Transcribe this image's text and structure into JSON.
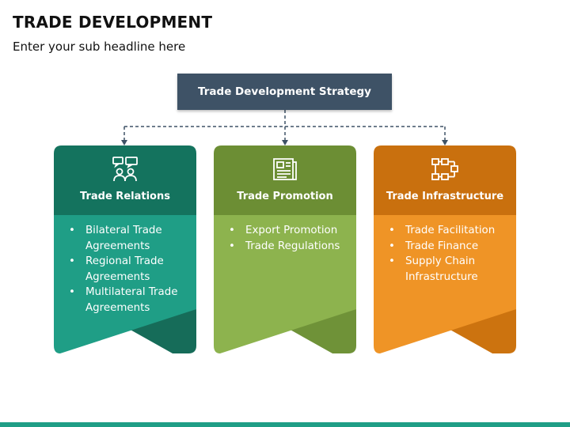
{
  "header": {
    "title": "TRADE DEVELOPMENT",
    "subtitle": "Enter your sub headline here"
  },
  "root": {
    "label": "Trade Development Strategy",
    "color": "#3e5266"
  },
  "connector_color": "#3e5266",
  "cards": [
    {
      "label": "Trade Relations",
      "icon": "meeting-people-icon",
      "head_color": "#14735e",
      "body_color": "#1f9e86",
      "fold_color": "#166c59",
      "items": [
        "Bilateral Trade Agreements",
        "Regional Trade Agreements",
        "Multilateral Trade Agreements"
      ]
    },
    {
      "label": "Trade Promotion",
      "icon": "document-icon",
      "head_color": "#6c8e34",
      "body_color": "#8db34e",
      "fold_color": "#6f9238",
      "items": [
        "Export Promotion",
        "Trade Regulations"
      ]
    },
    {
      "label": "Trade Infrastructure",
      "icon": "network-blocks-icon",
      "head_color": "#c9700e",
      "body_color": "#ef9426",
      "fold_color": "#cc730f",
      "items": [
        "Trade Facilitation",
        "Trade Finance",
        "Supply Chain Infrastructure"
      ]
    }
  ],
  "footer_color": "#1f9e86"
}
